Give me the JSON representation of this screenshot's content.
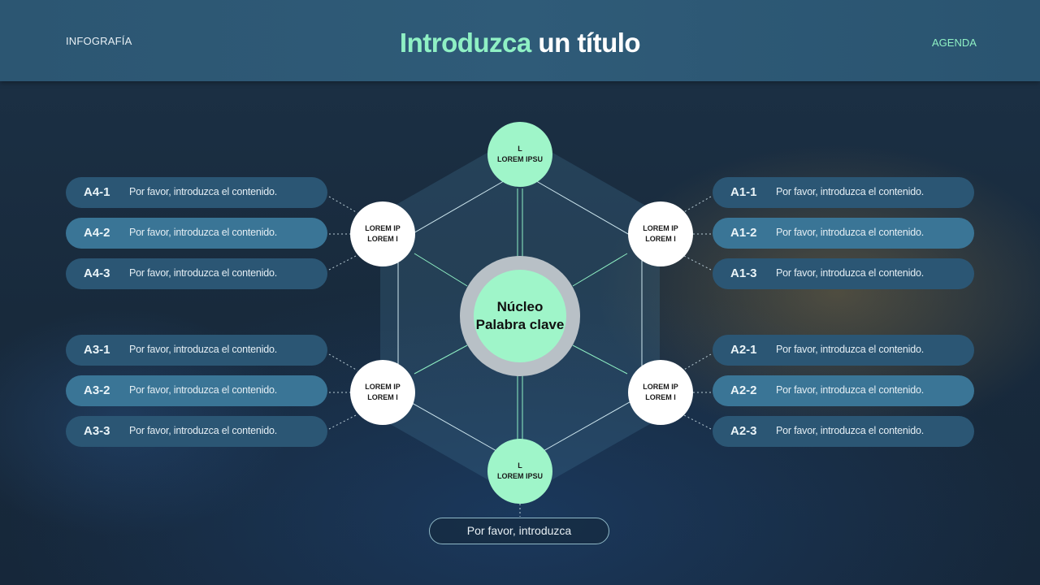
{
  "header": {
    "left_label": "INFOGRAFÍA",
    "title_accent": "Introduzca",
    "title_rest": " un título",
    "right_label": "AGENDA"
  },
  "core": {
    "line1": "Núcleo",
    "line2": "Palabra clave"
  },
  "nodes": {
    "top": {
      "line1": "L",
      "line2": "LOREM IPSU"
    },
    "bottom": {
      "line1": "L",
      "line2": "LOREM IPSU"
    },
    "upper_left": {
      "line1": "LOREM IP",
      "line2": "LOREM I"
    },
    "upper_right": {
      "line1": "LOREM IP",
      "line2": "LOREM I"
    },
    "lower_left": {
      "line1": "LOREM IP",
      "line2": "LOREM I"
    },
    "lower_right": {
      "line1": "LOREM IP",
      "line2": "LOREM I"
    }
  },
  "left_items": [
    {
      "code": "A4-1",
      "text": "Por favor, introduzca el contenido."
    },
    {
      "code": "A4-2",
      "text": "Por favor, introduzca el contenido."
    },
    {
      "code": "A4-3",
      "text": "Por favor, introduzca el contenido."
    },
    {
      "code": "A3-1",
      "text": "Por favor, introduzca el contenido."
    },
    {
      "code": "A3-2",
      "text": "Por favor, introduzca el contenido."
    },
    {
      "code": "A3-3",
      "text": "Por favor, introduzca el contenido."
    }
  ],
  "right_items": [
    {
      "code": "A1-1",
      "text": "Por favor, introduzca el contenido."
    },
    {
      "code": "A1-2",
      "text": "Por favor, introduzca el contenido."
    },
    {
      "code": "A1-3",
      "text": "Por favor, introduzca el contenido."
    },
    {
      "code": "A2-1",
      "text": "Por favor, introduzca el contenido."
    },
    {
      "code": "A2-2",
      "text": "Por favor, introduzca el contenido."
    },
    {
      "code": "A2-3",
      "text": "Por favor, introduzca el contenido."
    }
  ],
  "bottom_box": "Por favor, introduzca",
  "colors": {
    "accent": "#8ff0c4",
    "node_green": "#9ff5c9",
    "header_bg": "#2f5b78",
    "pill": "#2b5674",
    "pill_alt": "#3a7596"
  }
}
